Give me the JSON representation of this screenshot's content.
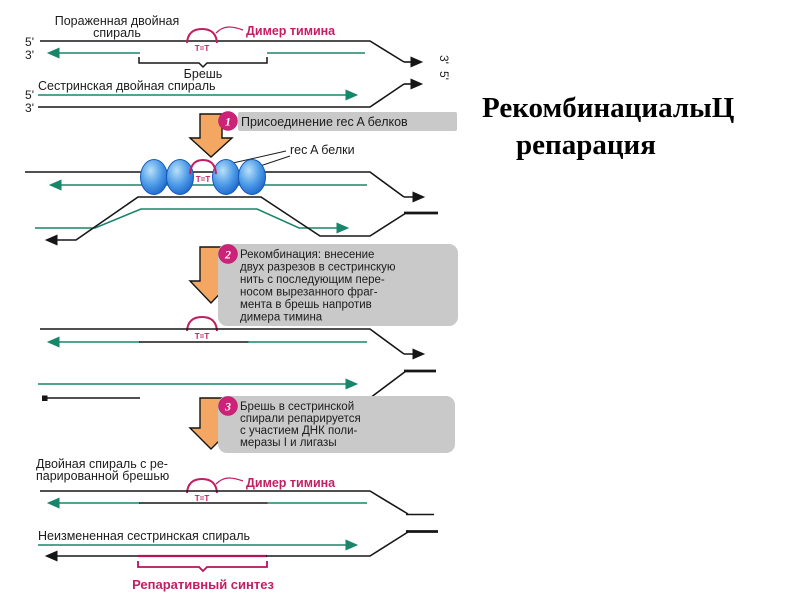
{
  "title": {
    "line1": "РекомбинациалыЦ",
    "line2": "репарация"
  },
  "labels": {
    "five_prime": "5'",
    "three_prime": "3'",
    "damaged_helix_1": "Пораженная двойная",
    "damaged_helix_2": "спираль",
    "thymine_dimer": "Димер тимина",
    "gap": "Брешь",
    "sister_helix": "Сестринская двойная спираль",
    "reca_proteins": "rec A белки",
    "repaired_helix_1": "Двойная спираль с ре-",
    "repaired_helix_2": "парированной брешью",
    "thymine_dimer_final": "Димер тимина",
    "unchanged_sister": "Неизмененная сестринская спираль",
    "repair_synthesis": "Репаративный синтез",
    "dimer_symbol": "T=T"
  },
  "steps": [
    {
      "number": "1",
      "lines": [
        "Присоединение rec A белков"
      ]
    },
    {
      "number": "2",
      "lines": [
        "Рекомбинация: внесение",
        "двух разрезов в сестринскую",
        "нить с последующим пере-",
        "носом вырезанного фраг-",
        "мента в брешь напротив",
        "димера тимина"
      ]
    },
    {
      "number": "3",
      "lines": [
        "Брешь в сестринской",
        "спирали репарируется",
        "с участием ДНК поли-",
        "меразы I и лигазы"
      ]
    }
  ],
  "colors": {
    "magenta_accent": "#c41e63",
    "magenta_strand": "#b5135c",
    "strand_green": "#18866a",
    "strand_black": "#161616",
    "step_arrow_orange": "#f3a763",
    "step_box_gray": "#c9c9c9",
    "badge_pink": "#cc2277",
    "protein_blue": "#2b7bdd"
  }
}
